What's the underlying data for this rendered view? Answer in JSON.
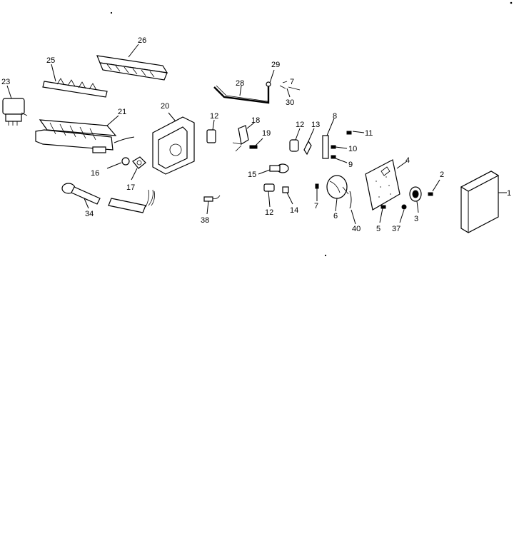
{
  "diagram": {
    "callouts": [
      "1",
      "2",
      "3",
      "4",
      "5",
      "6",
      "7",
      "7",
      "8",
      "9",
      "10",
      "11",
      "12",
      "12",
      "12",
      "13",
      "14",
      "15",
      "16",
      "17",
      "18",
      "19",
      "20",
      "21",
      "23",
      "25",
      "26",
      "28",
      "29",
      "30",
      "34",
      "37",
      "38",
      "40"
    ]
  }
}
